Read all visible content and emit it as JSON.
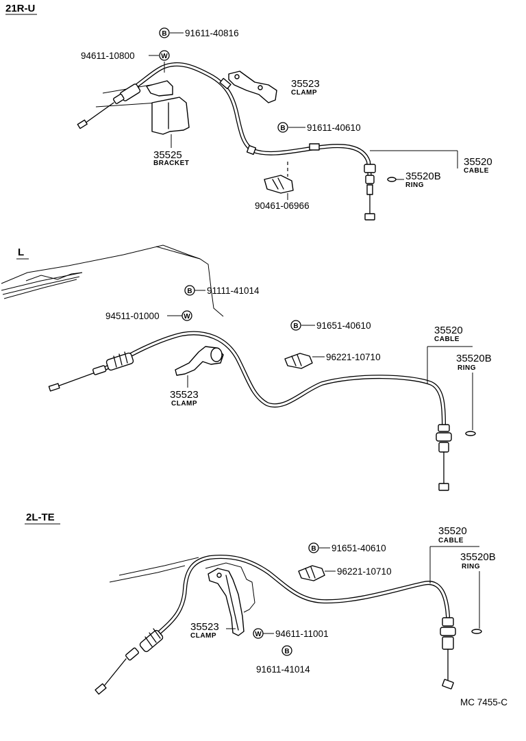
{
  "sections": {
    "r21u": "21R-U",
    "l": "L",
    "l2te": "2L-TE"
  },
  "symbols": {
    "bolt": "B",
    "washer": "W"
  },
  "parts": {
    "s1_bolt_top": "91611-40816",
    "s1_washer": "94611-10800",
    "s1_clamp_num": "35523",
    "s1_clamp_name": "CLAMP",
    "s1_bolt_mid": "91611-40610",
    "s1_bracket_num": "35525",
    "s1_bracket_name": "BRACKET",
    "s1_cable_num": "35520",
    "s1_cable_name": "CABLE",
    "s1_ring_num": "35520B",
    "s1_ring_name": "RING",
    "s1_clip": "90461-06966",
    "s2_bolt": "91111-41014",
    "s2_washer": "94511-01000",
    "s2_bolt2": "91651-40610",
    "s2_nut": "96221-10710",
    "s2_clamp_num": "35523",
    "s2_clamp_name": "CLAMP",
    "s2_cable_num": "35520",
    "s2_cable_name": "CABLE",
    "s2_ring_num": "35520B",
    "s2_ring_name": "RING",
    "s3_cable_num": "35520",
    "s3_cable_name": "CABLE",
    "s3_bolt": "91651-40610",
    "s3_ring_num": "35520B",
    "s3_ring_name": "RING",
    "s3_nut": "96221-10710",
    "s3_clamp_num": "35523",
    "s3_clamp_name": "CLAMP",
    "s3_washer": "94611-11001",
    "s3_bolt2": "91611-41014"
  },
  "figure_code": "MC  7455-C"
}
